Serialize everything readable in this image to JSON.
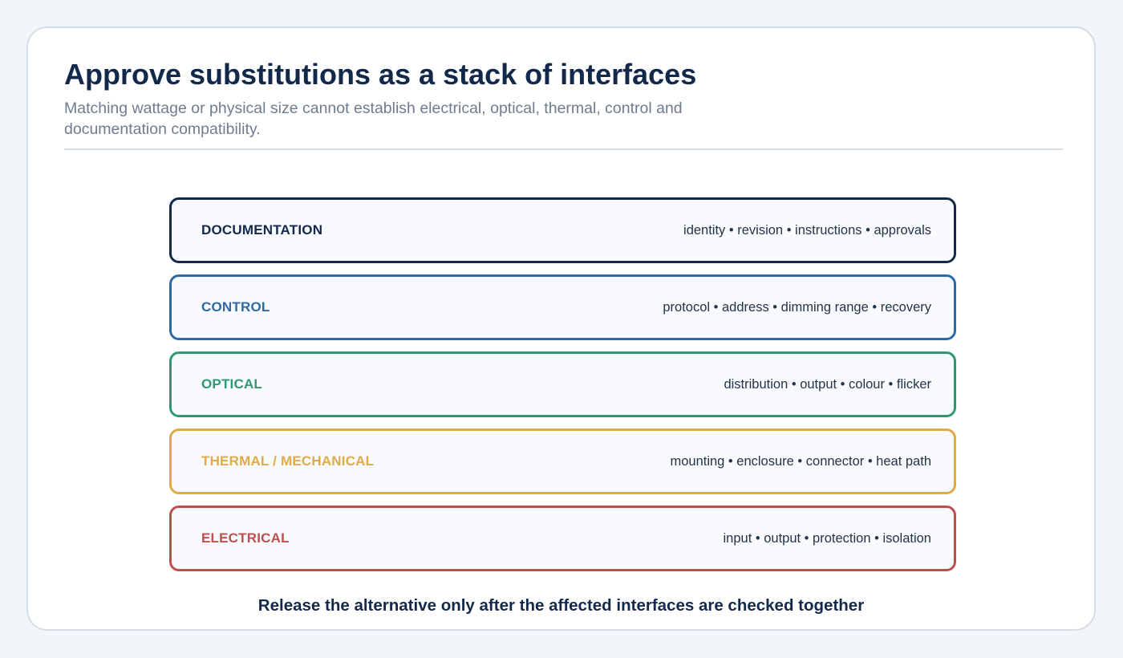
{
  "header": {
    "title": "Approve substitutions as a stack of interfaces",
    "subtitle": "Matching wattage or physical size cannot establish electrical, optical, thermal, control and documentation compatibility."
  },
  "layers": [
    {
      "name": "DOCUMENTATION",
      "items": "identity • revision • instructions • approvals",
      "color": "#13294b"
    },
    {
      "name": "CONTROL",
      "items": "protocol • address • dimming range • recovery",
      "color": "#2d6aa5"
    },
    {
      "name": "OPTICAL",
      "items": "distribution • output • colour • flicker",
      "color": "#2f9870"
    },
    {
      "name": "THERMAL / MECHANICAL",
      "items": "mounting • enclosure • connector • heat path",
      "color": "#dfaa48"
    },
    {
      "name": "ELECTRICAL",
      "items": "input • output • protection • isolation",
      "color": "#bd4f4c"
    }
  ],
  "footer": {
    "text": "Release the alternative only after the affected interfaces are checked together"
  }
}
